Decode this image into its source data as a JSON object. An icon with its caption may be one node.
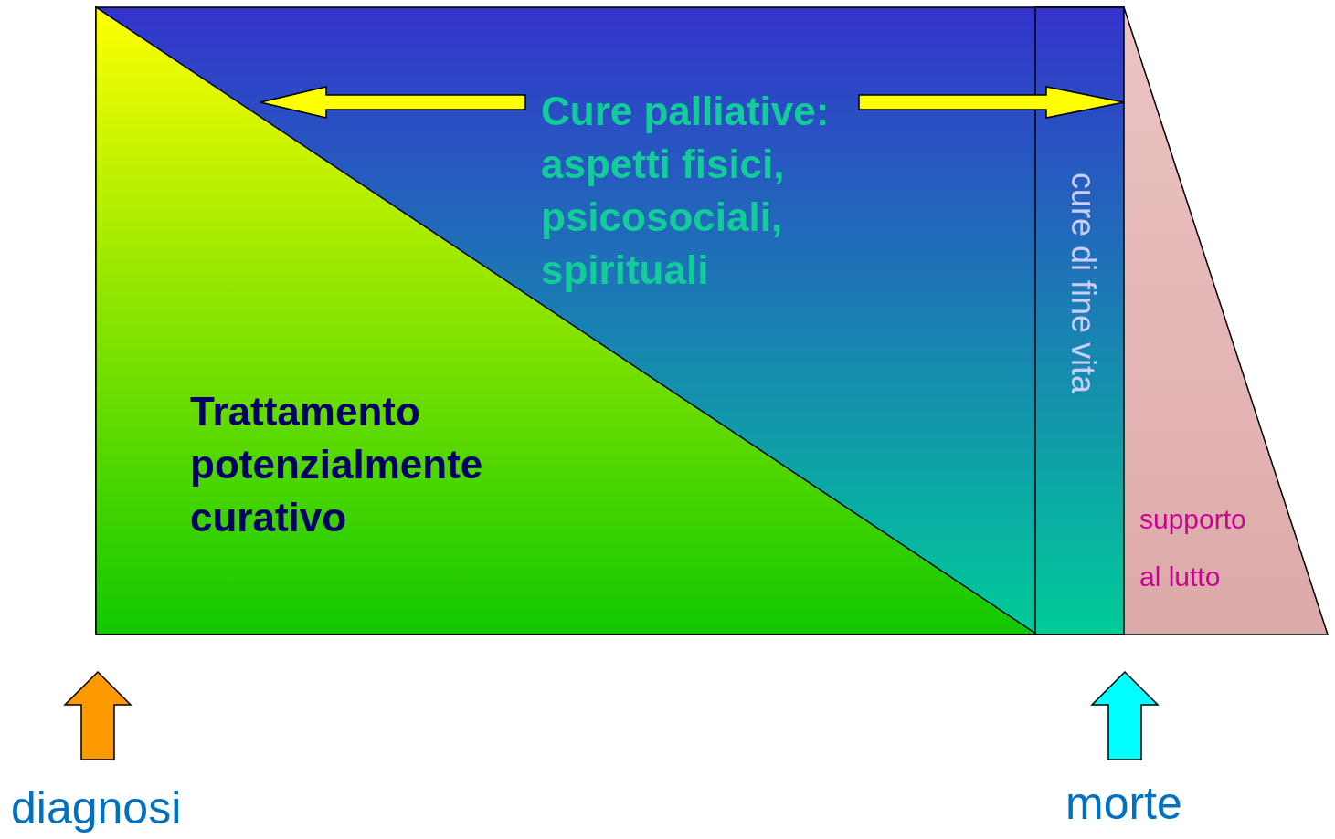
{
  "diagram": {
    "nodes": [
      {
        "text": [
          "Cure palliative: aspetti fisici, psicosociali, spirituali"
        ]
      },
      {
        "text": [
          "Trattamento potenzialmente curativo"
        ],
        "in": 0
      },
      {
        "text": [
          "cure di fine vita"
        ],
        "in": 0
      },
      {
        "text": [
          "supporto al lutto"
        ]
      },
      {
        "text": [
          "diagnosi"
        ]
      },
      {
        "text": [
          "morte"
        ]
      }
    ],
    "edges": [
      {
        "from": 0,
        "to": null,
        "arrow": "to",
        "style": "thick",
        "color": "#ffff00"
      },
      {
        "from": 0,
        "to": 3,
        "arrow": "to",
        "style": "thick",
        "color": "#ffff00"
      },
      {
        "from": 4,
        "to": null,
        "arrow": "to",
        "style": "thick",
        "color": "#ff9900"
      },
      {
        "from": 5,
        "to": null,
        "arrow": "to",
        "style": "thick",
        "color": "#00ffff"
      }
    ]
  }
}
